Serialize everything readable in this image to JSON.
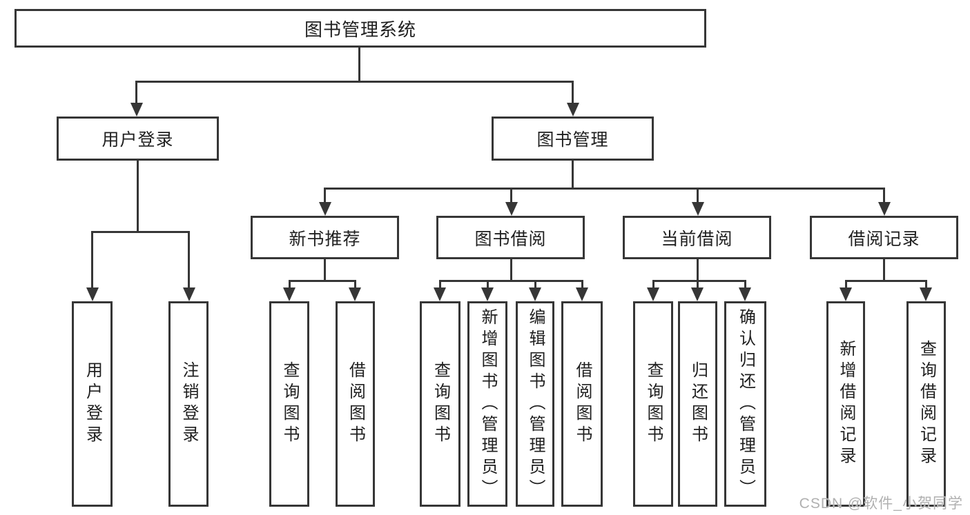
{
  "diagram": {
    "root": {
      "label": "图书管理系统"
    },
    "level2": [
      {
        "label": "用户登录"
      },
      {
        "label": "图书管理"
      }
    ],
    "level3": [
      {
        "label": "新书推荐"
      },
      {
        "label": "图书借阅"
      },
      {
        "label": "当前借阅"
      },
      {
        "label": "借阅记录"
      }
    ],
    "leaves": [
      {
        "label": "用户登录"
      },
      {
        "label": "注销登录"
      },
      {
        "label": "查询图书"
      },
      {
        "label": "借阅图书"
      },
      {
        "label": "查询图书"
      },
      {
        "label": "新增图书（管理员）"
      },
      {
        "label": "编辑图书（管理员）"
      },
      {
        "label": "借阅图书"
      },
      {
        "label": "查询图书"
      },
      {
        "label": "归还图书"
      },
      {
        "label": "确认归还（管理员）"
      },
      {
        "label": "新增借阅记录"
      },
      {
        "label": "查询借阅记录"
      }
    ]
  },
  "watermark": {
    "text": "CSDN @软件_小贺同学"
  },
  "colors": {
    "line": "#363636",
    "box_background": "#ffffff",
    "text": "#1f1f1f",
    "watermark_text": "#b0b0b0"
  }
}
